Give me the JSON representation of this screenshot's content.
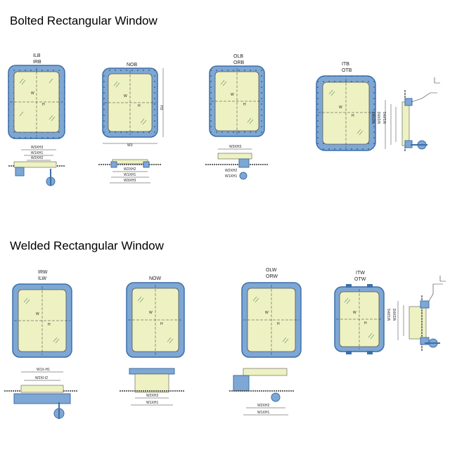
{
  "sections": [
    {
      "title": "Bolted Rectangular Window",
      "windows": [
        {
          "codes": [
            "ILB",
            "IRB"
          ]
        },
        {
          "codes": [
            "NOB"
          ]
        },
        {
          "codes": [
            "OLB",
            "ORB"
          ]
        },
        {
          "codes": [
            "ITB",
            "OTB"
          ]
        }
      ]
    },
    {
      "title": "Welded Rectangular Window",
      "windows": [
        {
          "codes": [
            "IRW",
            "ILW"
          ]
        },
        {
          "codes": [
            "NOW"
          ]
        },
        {
          "codes": [
            "OLW",
            "ORW"
          ]
        },
        {
          "codes": [
            "ITW",
            "OTW"
          ]
        }
      ]
    }
  ],
  "labels": {
    "w": "W",
    "h": "H",
    "w3": "W3",
    "h3": "H3",
    "w1xh1": "W1XH1",
    "w2xh2": "W2XH2",
    "w3xh3": "W3XH3",
    "w1xh1_alt": "W1X-H1",
    "w2xh2_alt": "W2XI-I2"
  },
  "colors": {
    "frame": "#7ea7d4",
    "frame_dark": "#3d6fa8",
    "glass": "#eef2c2",
    "line": "#333333"
  }
}
